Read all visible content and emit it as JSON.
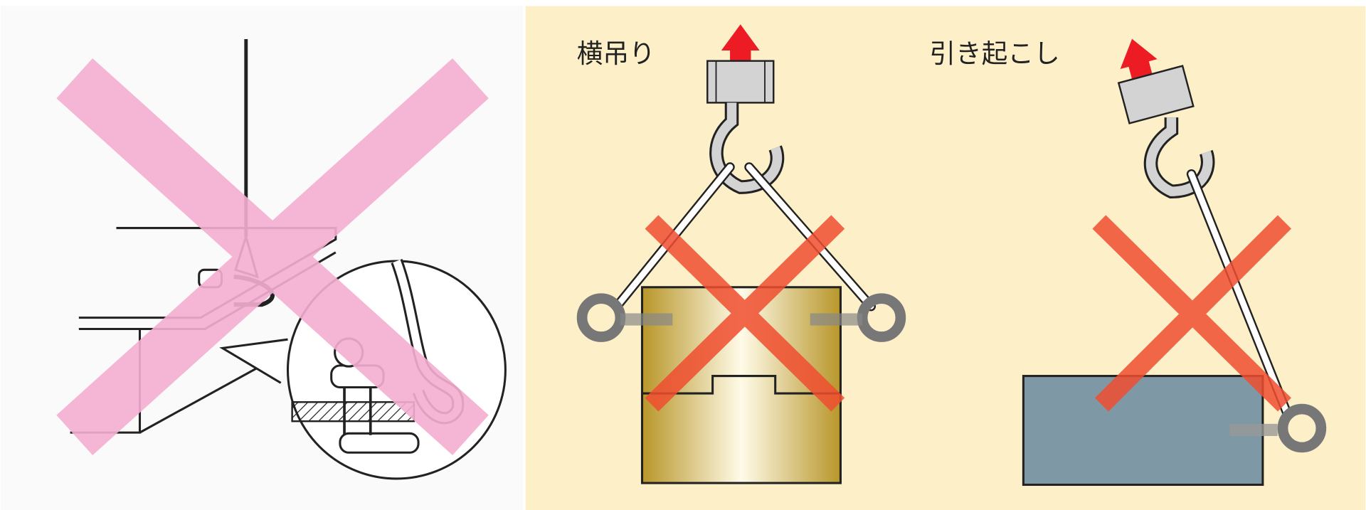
{
  "panels": {
    "left": {
      "marker": "pink-x-prohibited",
      "background": "#fafafa"
    },
    "right": {
      "background": "#fdf0c9",
      "scene_horizontal": {
        "label": "横吊り",
        "marker": "red-x-prohibited"
      },
      "scene_tilting": {
        "label": "引き起こし",
        "marker": "red-x-prohibited"
      }
    }
  },
  "colors": {
    "pink_x": "#f5aed0",
    "red_x": "#f04e30",
    "arrow": "#ed1c24",
    "hook_gray": "#d3d3d3",
    "gold_block": "#c9a93a",
    "steel_block": "#7e98a5"
  }
}
